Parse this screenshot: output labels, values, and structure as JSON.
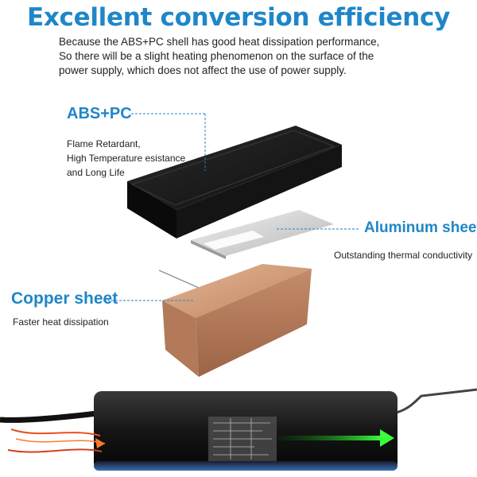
{
  "header": {
    "title": "Excellent conversion efficiency",
    "description": [
      "Because the ABS+PC shell has good heat dissipation performance,",
      "So there will be a slight heating phenomenon on the surface of the",
      "power supply, which does not affect the use of power supply."
    ]
  },
  "callouts": {
    "abs_pc": {
      "title": "ABS+PC",
      "lines": [
        "Flame Retardant,",
        "High Temperature esistance",
        "and Long Life"
      ]
    },
    "aluminum": {
      "title": "Aluminum sheet",
      "lines": [
        "Outstanding thermal conductivity"
      ]
    },
    "copper": {
      "title": "Copper sheet",
      "lines": [
        "Faster heat dissipation"
      ]
    }
  },
  "colors": {
    "accent": "#1f86c8",
    "shell": "#1b1b1b",
    "aluminum": "#cfcfcf",
    "copper": "#c89470",
    "heat_arrow": "#e8501e",
    "flow_arrow": "#2fdc2f"
  },
  "icons": {
    "shell": "abs-pc-shell-icon",
    "aluminum": "aluminum-sheet-icon",
    "copper": "copper-sheet-icon",
    "adapter": "power-adapter-icon"
  }
}
